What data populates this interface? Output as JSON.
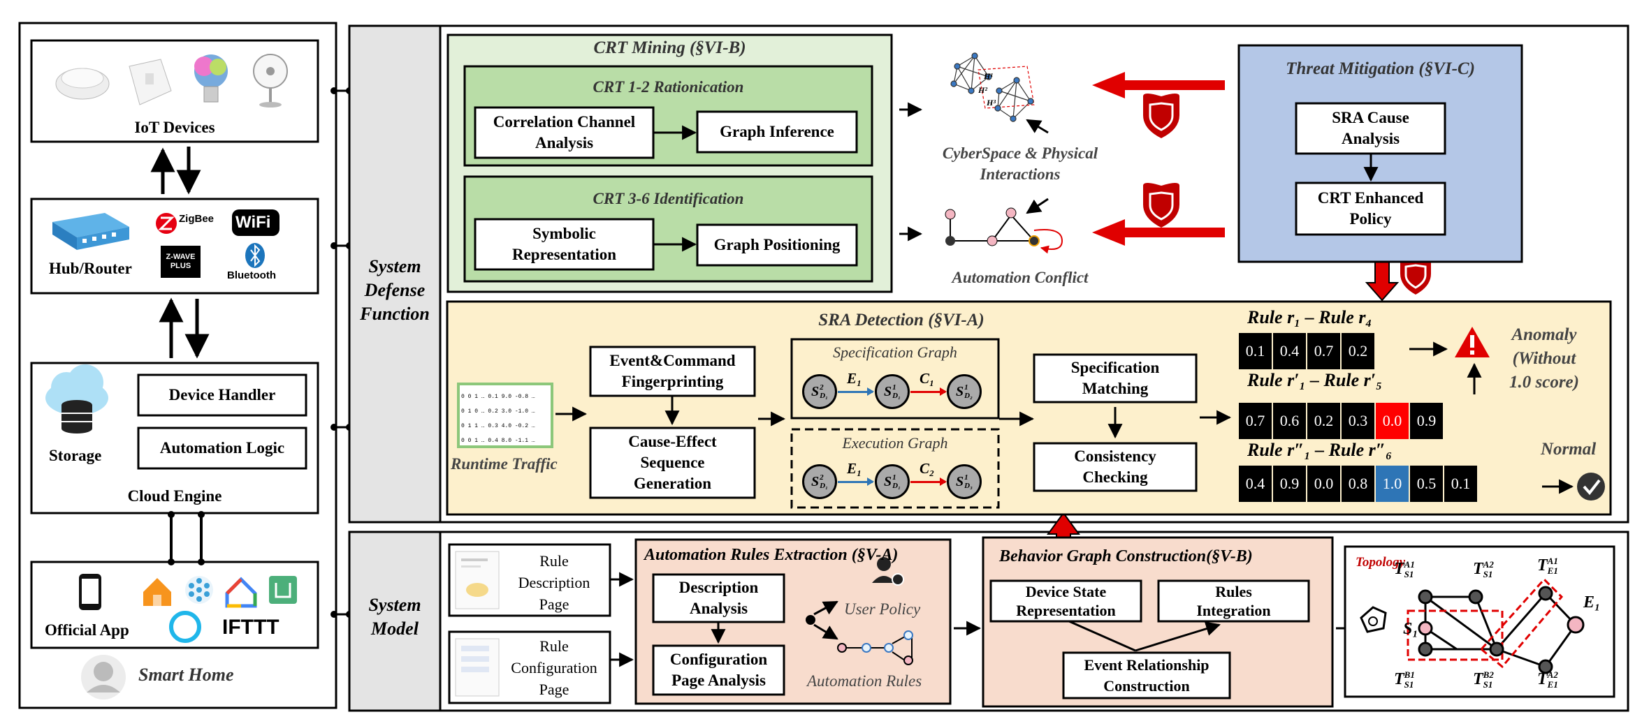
{
  "colors": {
    "green": "#cfe7c2",
    "green_inner": "#b9dda7",
    "green_bg": "#e2f0d9",
    "blue": "#b4c7e7",
    "yellow": "#fdf0cc",
    "peach": "#f8dccd",
    "gray": "#e4e4e4",
    "red": "#e00000",
    "cell_red": "#ff0000",
    "cell_blue": "#2e75b6"
  },
  "smart_home": {
    "iot_devices": "IoT Devices",
    "hub_router": "Hub/Router",
    "protocols": [
      "ZigBee",
      "WiFi",
      "Z-WAVE PLUS",
      "Bluetooth"
    ],
    "storage": "Storage",
    "device_handler": "Device Handler",
    "automation_logic": "Automation Logic",
    "cloud_engine": "Cloud Engine",
    "official_app": "Official App",
    "ifttt": "IFTTT",
    "smart_home": "Smart Home"
  },
  "defense": {
    "label_lines": [
      "System",
      "Defense",
      "Function"
    ],
    "crt_mining": "CRT Mining (§VI-B)",
    "rationication": "CRT 1-2 Rationication",
    "correlation": [
      "Correlation Channel",
      "Analysis"
    ],
    "graph_inference": "Graph Inference",
    "identification": "CRT 3-6 Identification",
    "symbolic": [
      "Symbolic",
      "Representation"
    ],
    "graph_positioning": "Graph Positioning",
    "cyber_caption": [
      "CyberSpace & Physical",
      "Interactions"
    ],
    "hyper_labels": [
      "H¹",
      "H²",
      "H³"
    ],
    "conflict_caption": "Automation Conflict",
    "mitigation": "Threat Mitigation (§VI-C)",
    "sra_cause": [
      "SRA Cause",
      "Analysis"
    ],
    "crt_policy": [
      "CRT Enhanced",
      "Policy"
    ]
  },
  "detection": {
    "title": "SRA Detection (§VI-A)",
    "runtime_traffic": "Runtime Traffic",
    "traffic_rows": [
      "0 0 1 … 0.1 9.0 -0.8 …",
      "0 1 0 … 0.2 3.0 -1.0 …",
      "0 1 1 … 0.3 4.0 -0.2 …",
      "0 0 1 … 0.4 8.0 -1.1 …"
    ],
    "event_fp": [
      "Event&Command",
      "Fingerprinting"
    ],
    "cause_effect": [
      "Cause-Effect",
      "Sequence",
      "Generation"
    ],
    "spec_graph": "Specification Graph",
    "exec_graph": "Execution Graph",
    "spec_nodes": [
      "S",
      "S",
      "S"
    ],
    "spec_node_sup": [
      "2",
      "1",
      "1"
    ],
    "spec_node_sub": [
      "D₁",
      "D₁",
      "D₂"
    ],
    "exec_node_sup": [
      "2",
      "1",
      "1"
    ],
    "exec_node_sub": [
      "D₁",
      "D₁",
      "D₃"
    ],
    "spec_edges": [
      "E₁",
      "C₁"
    ],
    "exec_edges": [
      "E₁",
      "C₂"
    ],
    "spec_matching": [
      "Specification",
      "Matching"
    ],
    "consistency": [
      "Consistency",
      "Checking"
    ],
    "rule1_label": "Rule r₁ – Rule r₄",
    "rule1_values": [
      "0.1",
      "0.4",
      "0.7",
      "0.2"
    ],
    "rule2_label": "Rule r′₁ – Rule r′₅",
    "rule2_values": [
      "0.7",
      "0.6",
      "0.2",
      "0.3",
      "0.0",
      "0.9"
    ],
    "rule3_label": "Rule r″₁ – Rule r″₆",
    "rule3_values": [
      "0.4",
      "0.9",
      "0.0",
      "0.8",
      "1.0",
      "0.5",
      "0.1"
    ],
    "anomaly": [
      "Anomaly",
      "(Without",
      "1.0 score)"
    ],
    "normal": "Normal"
  },
  "model": {
    "label_lines": [
      "System",
      "Model"
    ],
    "rule_desc": [
      "Rule",
      "Description",
      "Page"
    ],
    "rule_config": [
      "Rule",
      "Configuration",
      "Page"
    ],
    "extraction": "Automation Rules Extraction (§V-A)",
    "desc_analysis": [
      "Description",
      "Analysis"
    ],
    "config_analysis": [
      "Configuration",
      "Page Analysis"
    ],
    "user_policy": "User Policy",
    "automation_rules": "Automation Rules",
    "behavior": "Behavior Graph Construction(§V-B)",
    "device_state": [
      "Device State",
      "Representation"
    ],
    "rules_integration": [
      "Rules",
      "Integration"
    ],
    "event_rel": [
      "Event Relationship",
      "Construction"
    ],
    "topology": "Topology",
    "topo_labels": [
      "T^{A1}_{S1}",
      "T^{A2}_{S1}",
      "T^{A1}_{E1}",
      "E₁",
      "S₁",
      "T^{B1}_{S1}",
      "T^{B2}_{S1}",
      "T^{A2}_{E1}"
    ]
  }
}
